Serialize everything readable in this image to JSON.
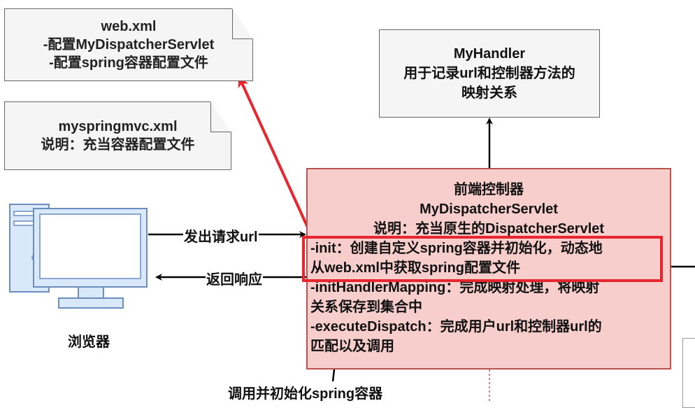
{
  "notes": {
    "webxml": {
      "title": "web.xml",
      "line1": "-配置MyDispatcherServlet",
      "line2": "-配置spring容器配置文件"
    },
    "myspringmvc": {
      "title": "myspringmvc.xml",
      "line1": "说明：充当容器配置文件"
    }
  },
  "handler": {
    "line1": "MyHandler",
    "line2": "用于记录url和控制器方法的",
    "line3": "映射关系"
  },
  "dispatcher": {
    "title": "前端控制器",
    "name": "MyDispatcherServlet",
    "desc": "说明：充当原生的DispatcherServlet",
    "init_1": "-init：创建自定义spring容器并初始化，动态地",
    "init_2": "从web.xml中获取spring配置文件",
    "mapping_1": "-initHandlerMapping：完成映射处理，将映射",
    "mapping_2": "关系保存到集合中",
    "dispatch_1": "-executeDispatch：完成用户url和控制器url的",
    "dispatch_2": "匹配以及调用"
  },
  "browser": {
    "label": "浏览器"
  },
  "arrows": {
    "request": "发出请求url",
    "response": "返回响应",
    "init_container": "调用并初始化spring容器"
  },
  "colors": {
    "highlight": "#e8262f",
    "dispatcher_fill": "#f8cecc",
    "dispatcher_border": "#b85450",
    "note_fill": "#f5f5f5",
    "monitor": "#6c8ebf"
  }
}
